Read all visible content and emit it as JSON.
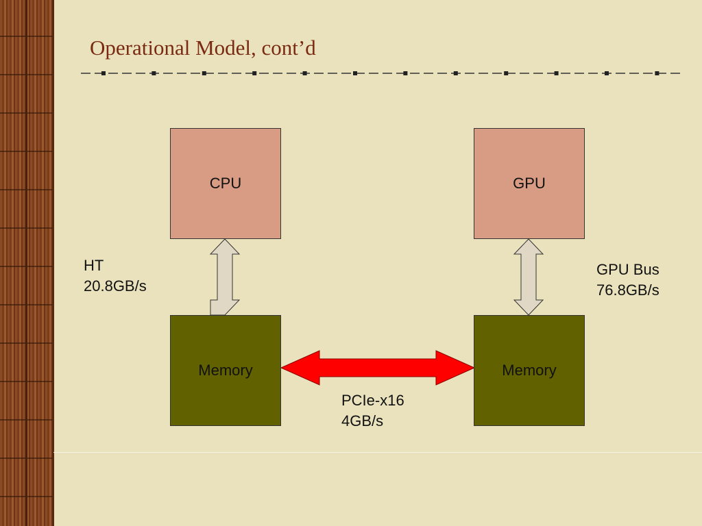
{
  "slide": {
    "title": "Operational Model, cont’d"
  },
  "diagram": {
    "nodes": {
      "cpu": {
        "label": "CPU"
      },
      "gpu": {
        "label": "GPU"
      },
      "host_memory": {
        "label": "Memory"
      },
      "gpu_memory": {
        "label": "Memory"
      }
    },
    "links": {
      "ht": {
        "name": "HT",
        "bandwidth": "20.8GB/s"
      },
      "gpu_bus": {
        "name": "GPU Bus",
        "bandwidth": "76.8GB/s"
      },
      "pcie": {
        "name": "PCIe-x16",
        "bandwidth": "4GB/s"
      }
    }
  },
  "colors": {
    "processor_fill": "#d89c84",
    "memory_fill": "#626100",
    "pcie_arrow": "#ff0000",
    "bus_arrow": "#e0d8c4",
    "title": "#7a2a12"
  }
}
